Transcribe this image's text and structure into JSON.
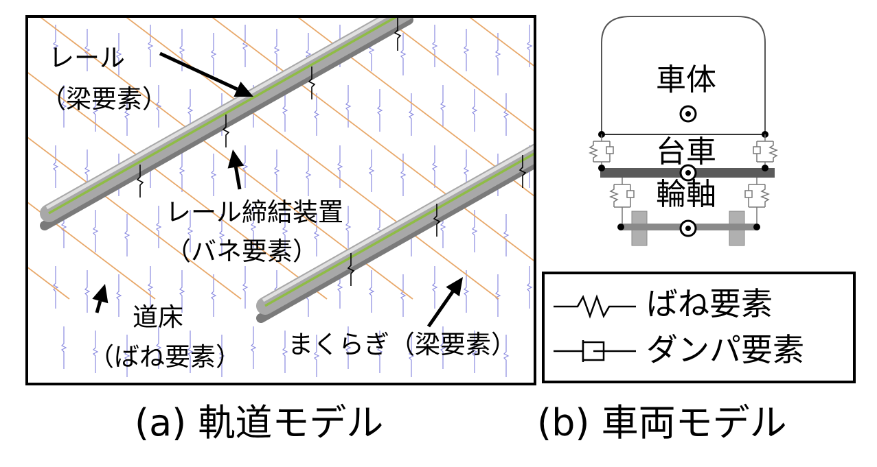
{
  "track_model": {
    "labels": {
      "rail": "レール",
      "rail_type": "（梁要素）",
      "fastener": "レール締結装置",
      "fastener_type": "（バネ要素）",
      "ballast": "道床",
      "ballast_type": "（ばね要素）",
      "sleeper": "まくらぎ（梁要素）"
    },
    "colors": {
      "rail_body": "#a8a8a8",
      "rail_center_line": "#8fbc45",
      "sleeper": "#e8a86a",
      "ballast_spring": "#8a8ae0"
    }
  },
  "vehicle_model": {
    "labels": {
      "car_body": "車体",
      "bogie": "台車",
      "wheelset": "輪軸"
    },
    "colors": {
      "bogie_beam": "#5a5a5a",
      "axle_beam": "#8a8a8a",
      "wheel": "#b0b0b0"
    }
  },
  "legend": {
    "spring_label": "ばね要素",
    "damper_label": "ダンパ要素"
  },
  "captions": {
    "a": "(a) 軌道モデル",
    "b": "(b) 車両モデル"
  }
}
